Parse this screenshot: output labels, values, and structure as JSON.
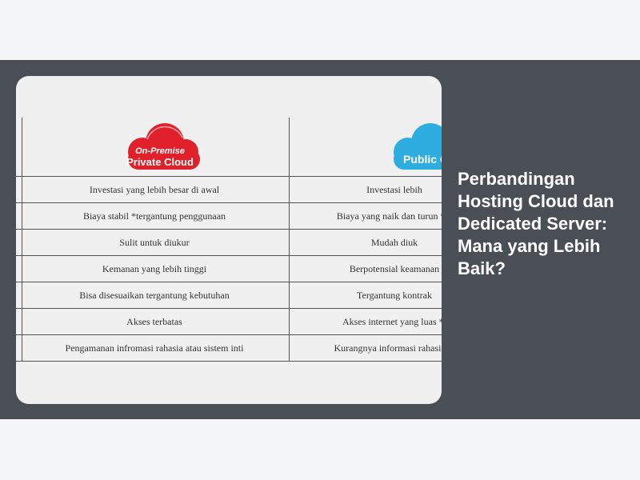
{
  "article": {
    "title": "Perbandingan Hosting Cloud dan Dedicated Server: Mana yang Lebih Baik?"
  },
  "image": {
    "left_logo": {
      "line1": "On-Premise",
      "line2": "Private Cloud",
      "color": "#e0202a",
      "icon": "cloud-icon"
    },
    "right_logo": {
      "label": "Public Clo",
      "color": "#2eaee0",
      "icon": "cloud-icon"
    },
    "rows": [
      {
        "left": "Investasi yang lebih besar di awal",
        "right": "Investasi lebih"
      },
      {
        "left": "Biaya stabil  *tergantung penggunaan",
        "right": "Biaya yang naik dan turun *te"
      },
      {
        "left": "Sulit untuk diukur",
        "right": "Mudah diuk"
      },
      {
        "left": "Kemanan yang lebih tinggi",
        "right": "Berpotensial keamanan"
      },
      {
        "left": "Bisa disesuaikan tergantung kebutuhan",
        "right": "Tergantung kontrak"
      },
      {
        "left": "Akses terbatas",
        "right": "Akses internet yang luas  *t"
      },
      {
        "left": "Pengamanan  infromasi rahasia atau sistem inti",
        "right": "Kurangnya informasi rahasia at"
      }
    ]
  },
  "colors": {
    "band": "#4a4e55",
    "page": "#f4f5f7"
  }
}
